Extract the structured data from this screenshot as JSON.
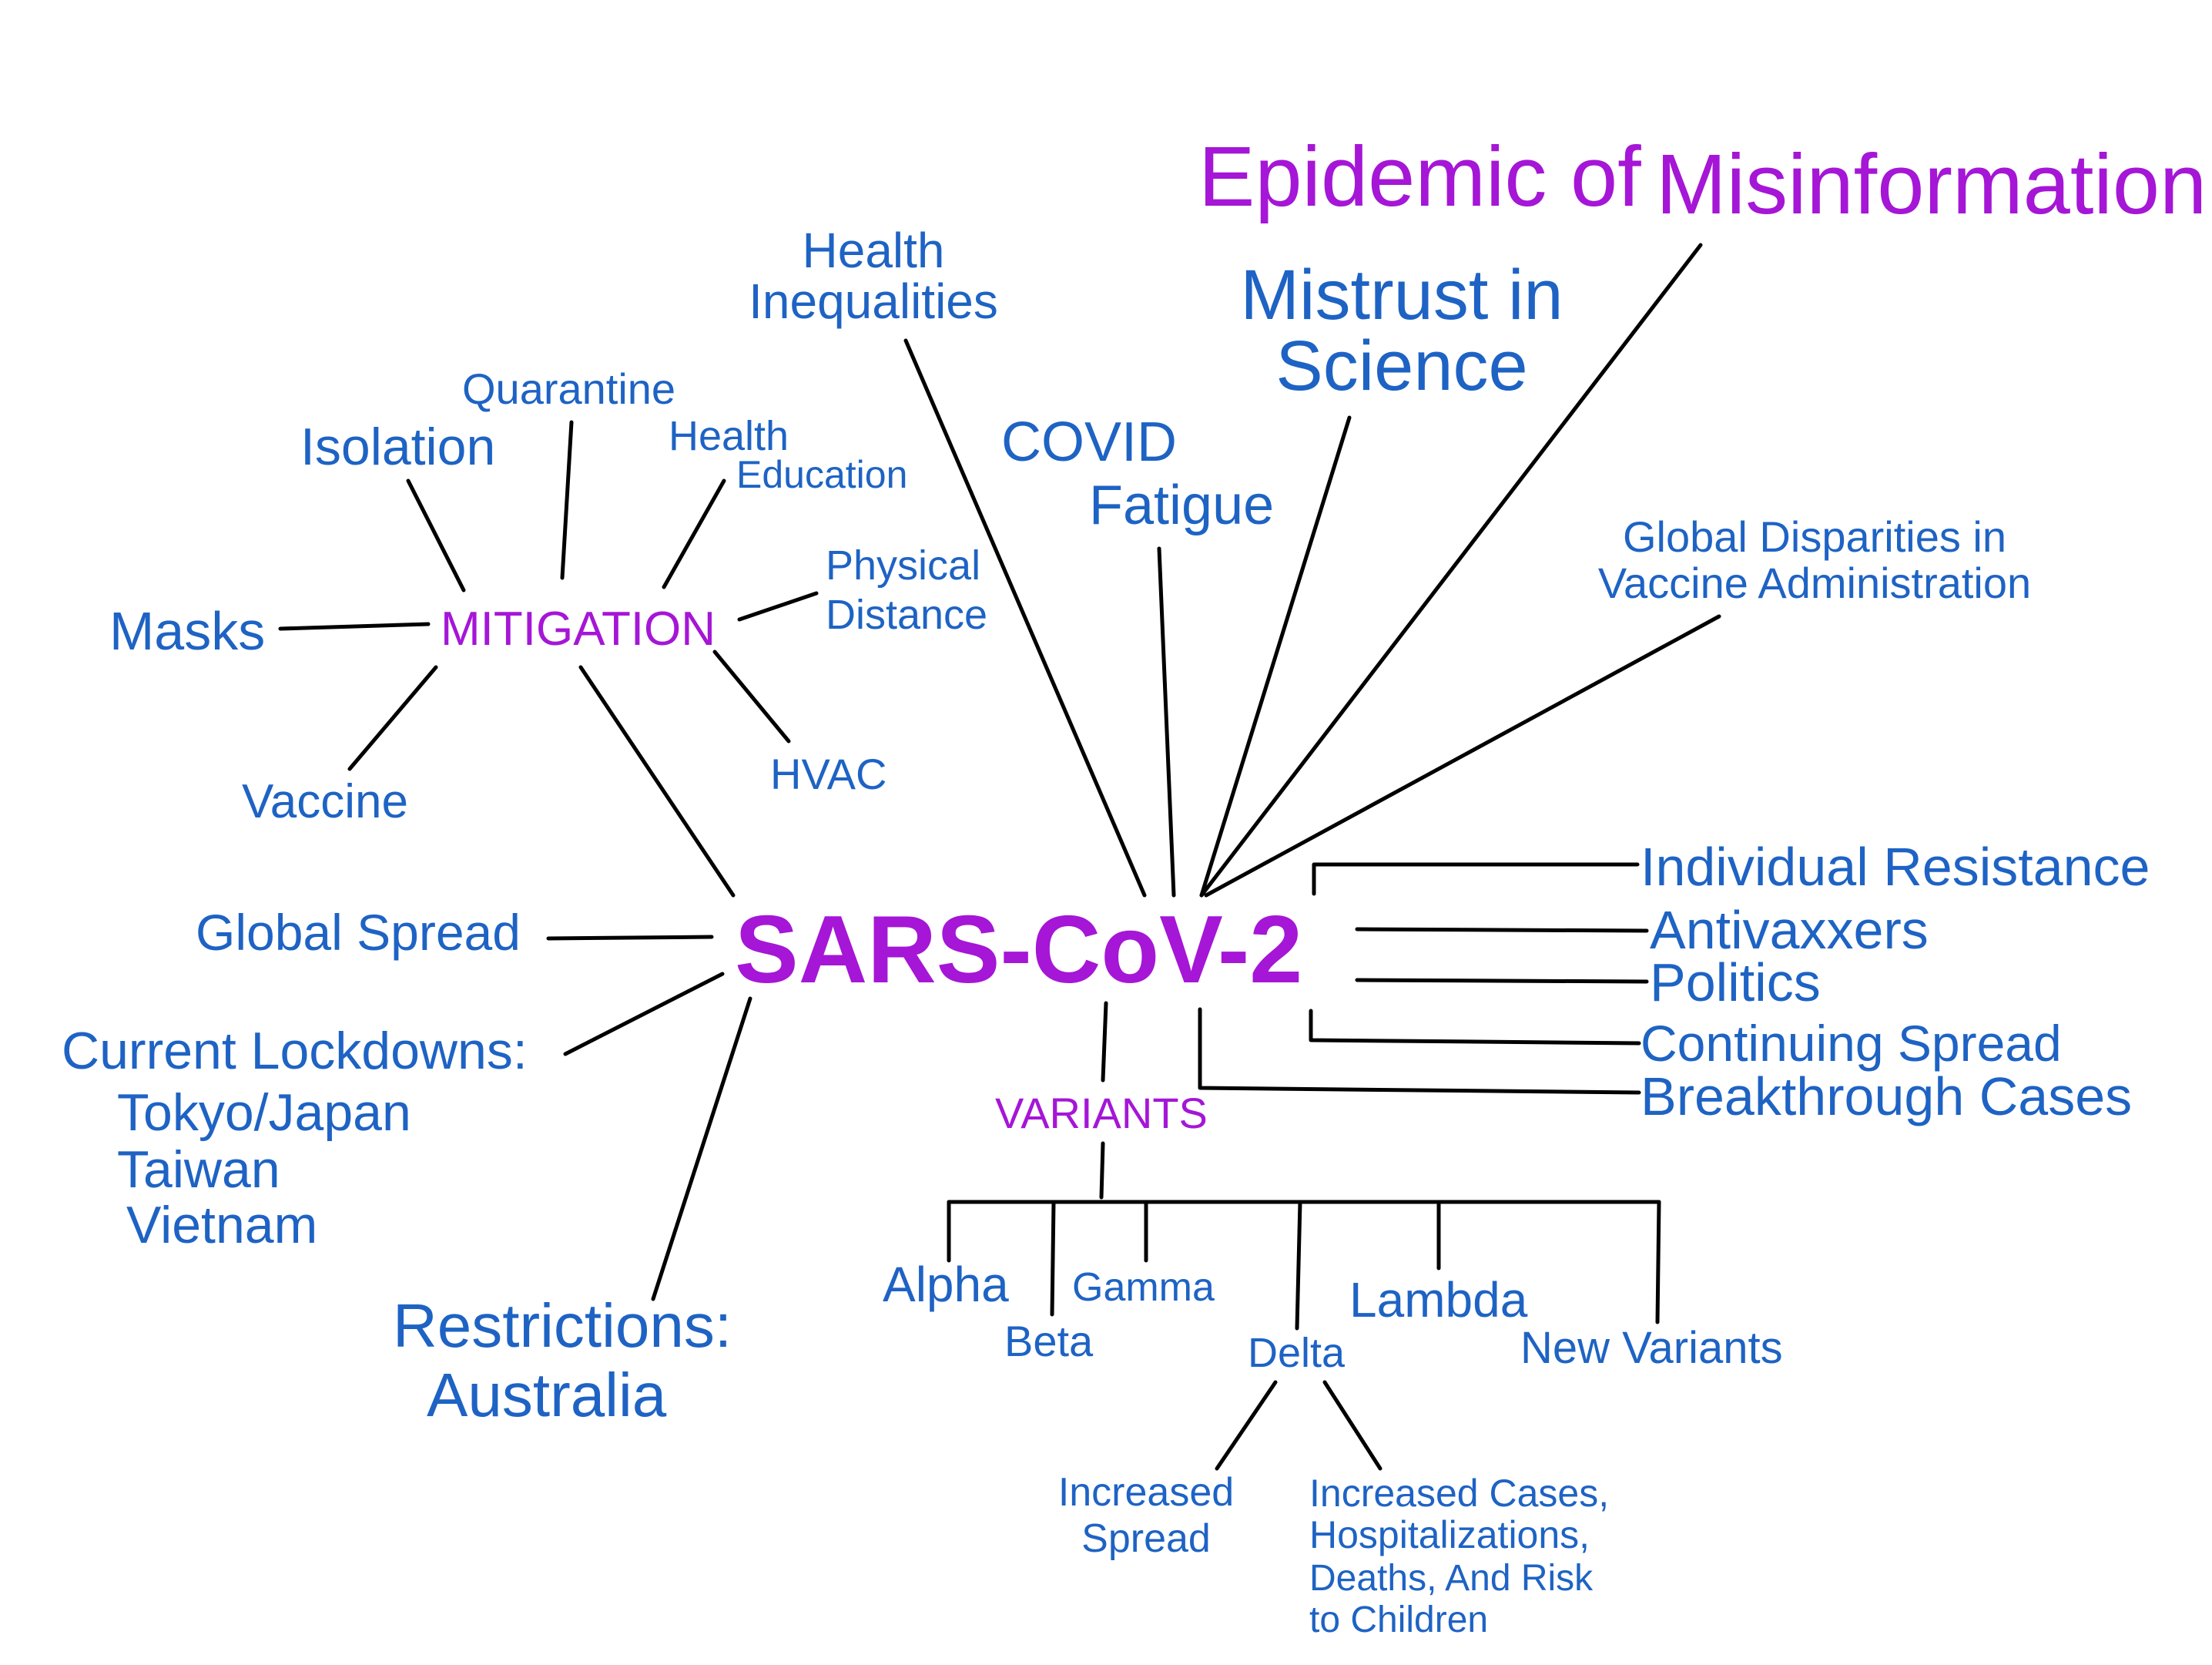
{
  "center": "SARS-CoV-2",
  "colors": {
    "node": "#1e63c4",
    "hub": "#a516d6",
    "line": "#000000"
  },
  "top": {
    "misinfo_1": "Epidemic of",
    "misinfo_2": "Misinformation",
    "mistrust_1": "Mistrust in",
    "mistrust_2": "Science",
    "health_1": "Health",
    "health_2": "Inequalities",
    "covid_1": "COVID",
    "covid_2": "Fatigue",
    "disparities_1": "Global Disparities in",
    "disparities_2": "Vaccine Administration"
  },
  "mitigation": {
    "hub": "MITIGATION",
    "isolation": "Isolation",
    "quarantine": "Quarantine",
    "health_ed_1": "Health",
    "health_ed_2": "Education",
    "physical_1": "Physical",
    "physical_2": "Distance",
    "masks": "Masks",
    "vaccine": "Vaccine",
    "hvac": "HVAC"
  },
  "left": {
    "global_spread": "Global Spread",
    "lockdowns_title": "Current Lockdowns:",
    "lockdowns_1": "Tokyo/Japan",
    "lockdowns_2": "Taiwan",
    "lockdowns_3": "Vietnam",
    "restrictions_1": "Restrictions:",
    "restrictions_2": "Australia"
  },
  "right": {
    "individual": "Individual Resistance",
    "antivax": "Antivaxxers",
    "politics": "Politics",
    "continuing": "Continuing Spread",
    "breakthrough": "Breakthrough Cases"
  },
  "variants": {
    "hub": "VARIANTS",
    "alpha": "Alpha",
    "beta": "Beta",
    "gamma": "Gamma",
    "delta": "Delta",
    "lambda": "Lambda",
    "new": "New Variants",
    "delta_spread_1": "Increased",
    "delta_spread_2": "Spread",
    "delta_cases_1": "Increased Cases,",
    "delta_cases_2": "Hospitalizations,",
    "delta_cases_3": "Deaths, And Risk",
    "delta_cases_4": "to Children"
  }
}
